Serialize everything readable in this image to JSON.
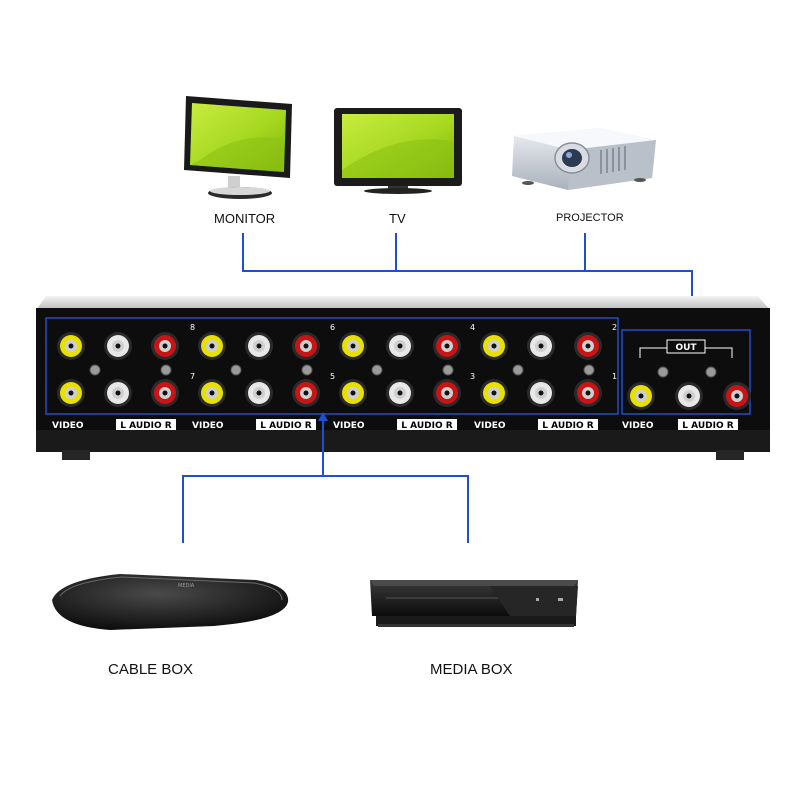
{
  "outputs": {
    "monitor": "MONITOR",
    "tv": "TV",
    "projector": "PROJECTOR"
  },
  "inputs": {
    "cable_box": "CABLE BOX",
    "media_box": "MEDIA BOX"
  },
  "switcher": {
    "port_labels": [
      "8",
      "6",
      "4",
      "2",
      "7",
      "5",
      "3",
      "1"
    ],
    "video_label": "VIDEO",
    "audio_label": "L AUDIO R",
    "out_label": "OUT",
    "brand_text": "MEDIA"
  },
  "colors": {
    "connection_line": "#1f4fd1",
    "rca_video": "#e8e000",
    "rca_left": "#e8e8e8",
    "rca_right": "#c81414",
    "screen": "#a6d820"
  }
}
